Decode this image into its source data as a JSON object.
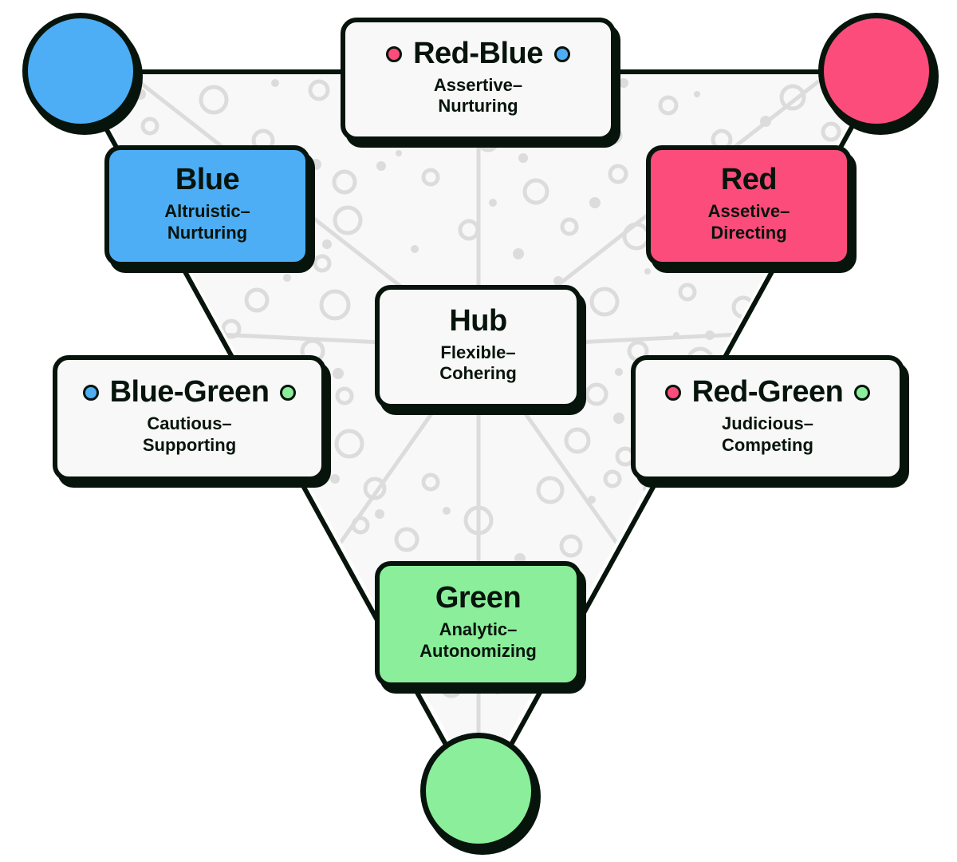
{
  "diagram": {
    "title": "Colour style triad diagram",
    "palette": {
      "blue": "#4DAEF5",
      "red": "#FC4C7C",
      "green": "#8BEE9A",
      "card_neutral": "#F7F8F7",
      "ink": "#07140C",
      "pattern": "#DCDCDC"
    },
    "nodes": [
      {
        "id": "circle-blue",
        "name": "blue-corner-circle",
        "color_key": "blue",
        "label": ""
      },
      {
        "id": "circle-red",
        "name": "red-corner-circle",
        "color_key": "red",
        "label": ""
      },
      {
        "id": "circle-green",
        "name": "green-corner-circle",
        "color_key": "green",
        "label": ""
      }
    ],
    "cards": [
      {
        "id": "card-red-blue",
        "title": "Red-Blue",
        "subtitle": "Assertive–\nNurturing",
        "fill_key": "card_neutral",
        "left_dot": "red",
        "right_dot": "blue"
      },
      {
        "id": "card-blue",
        "title": "Blue",
        "subtitle": "Altruistic–\nNurturing",
        "fill_key": "blue",
        "left_dot": null,
        "right_dot": null
      },
      {
        "id": "card-red",
        "title": "Red",
        "subtitle": "Assetive–\nDirecting",
        "fill_key": "red",
        "left_dot": null,
        "right_dot": null
      },
      {
        "id": "card-hub",
        "title": "Hub",
        "subtitle": "Flexible–\nCohering",
        "fill_key": "card_neutral",
        "left_dot": null,
        "right_dot": null
      },
      {
        "id": "card-blue-green",
        "title": "Blue-Green",
        "subtitle": "Cautious–\nSupporting",
        "fill_key": "card_neutral",
        "left_dot": "blue",
        "right_dot": "green"
      },
      {
        "id": "card-red-green",
        "title": "Red-Green",
        "subtitle": "Judicious–\nCompeting",
        "fill_key": "card_neutral",
        "left_dot": "red",
        "right_dot": "green"
      },
      {
        "id": "card-green",
        "title": "Green",
        "subtitle": "Analytic–\nAutonomizing",
        "fill_key": "green",
        "left_dot": null,
        "right_dot": null
      }
    ]
  }
}
